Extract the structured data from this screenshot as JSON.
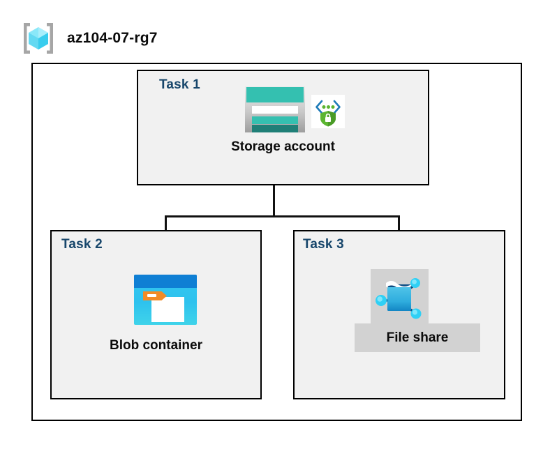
{
  "header": {
    "resource_group_name": "az104-07-rg7",
    "icon": "resource-group-cube-icon"
  },
  "diagram": {
    "type": "azure-architecture-diagram",
    "container_label": "az104-07-rg7",
    "colors": {
      "task_label": "#17466b",
      "box_fill": "#f1f1f1",
      "box_border": "#000000",
      "page_background": "#ffffff",
      "highlight": "#d2d2d2",
      "storage_teal": "#34c0b0",
      "storage_dark_teal": "#1f7f77",
      "blob_blue": "#0f7fd4",
      "blob_cyan": "#34c6f0",
      "blob_orange": "#f28b26",
      "fileshare_blue": "#2aa8dd",
      "node_cyan": "#2fd0f5",
      "shield_green": "#5bb531",
      "bracket_blue": "#1e7bb8",
      "cube_cyan": "#6fe2f5"
    },
    "tasks": [
      {
        "id": "task1",
        "label": "Task 1",
        "node_label": "Storage account",
        "icons": [
          "storage-account-icon",
          "secure-endpoint-shield-icon"
        ],
        "highlighted": false
      },
      {
        "id": "task2",
        "label": "Task 2",
        "node_label": "Blob container",
        "icons": [
          "blob-container-icon"
        ],
        "highlighted": false
      },
      {
        "id": "task3",
        "label": "Task 3",
        "node_label": "File share",
        "icons": [
          "file-share-icon"
        ],
        "highlighted": true
      }
    ],
    "connections": [
      {
        "from": "task1",
        "to": "task2"
      },
      {
        "from": "task1",
        "to": "task3"
      }
    ]
  }
}
